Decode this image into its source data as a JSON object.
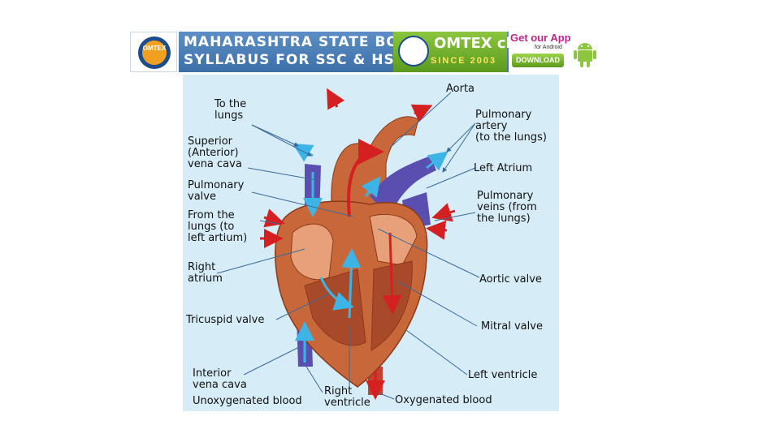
{
  "banner": {
    "board_line1": "MAHARASHTRA STATE BOARD",
    "board_line2": "SYLLABUS FOR SSC & HSC",
    "brand": "OMTEX classes",
    "since": "SINCE 2003",
    "app_title": "Get our App",
    "app_subtitle": "for Android",
    "download_label": "DOWNLOAD",
    "logo_text": "OMTEX"
  },
  "diagram": {
    "labels": {
      "to_lungs": "To the\nlungs",
      "superior_vena_cava": "Superior\n(Anterior)\nvena cava",
      "pulmonary_valve": "Pulmonary\nvalve",
      "from_lungs": "From the\nlungs (to\nleft artium)",
      "right_atrium": "Right\natrium",
      "tricuspid_valve": "Tricuspid valve",
      "interior_vena_cava": "Interior\nvena cava",
      "unoxygenated_blood": "Unoxygenated blood",
      "right_ventricle": "Right\nventricle",
      "oxygenated_blood": "Oxygenated blood",
      "left_ventricle": "Left ventricle",
      "mitral_valve": "Mitral valve",
      "aortic_valve": "Aortic valve",
      "pulmonary_veins": "Pulmonary\nveins (from\nthe lungs)",
      "left_atrium": "Left Atrium",
      "pulmonary_artery": "Pulmonary\nartery\n(to the lungs)",
      "aorta": "Aorta"
    },
    "colors": {
      "background": "#d6ecf6",
      "muscle": "#c8683a",
      "oxygenated": "#d42020",
      "deoxygenated": "#3cb4e6",
      "vein": "#5a4fb0"
    }
  }
}
